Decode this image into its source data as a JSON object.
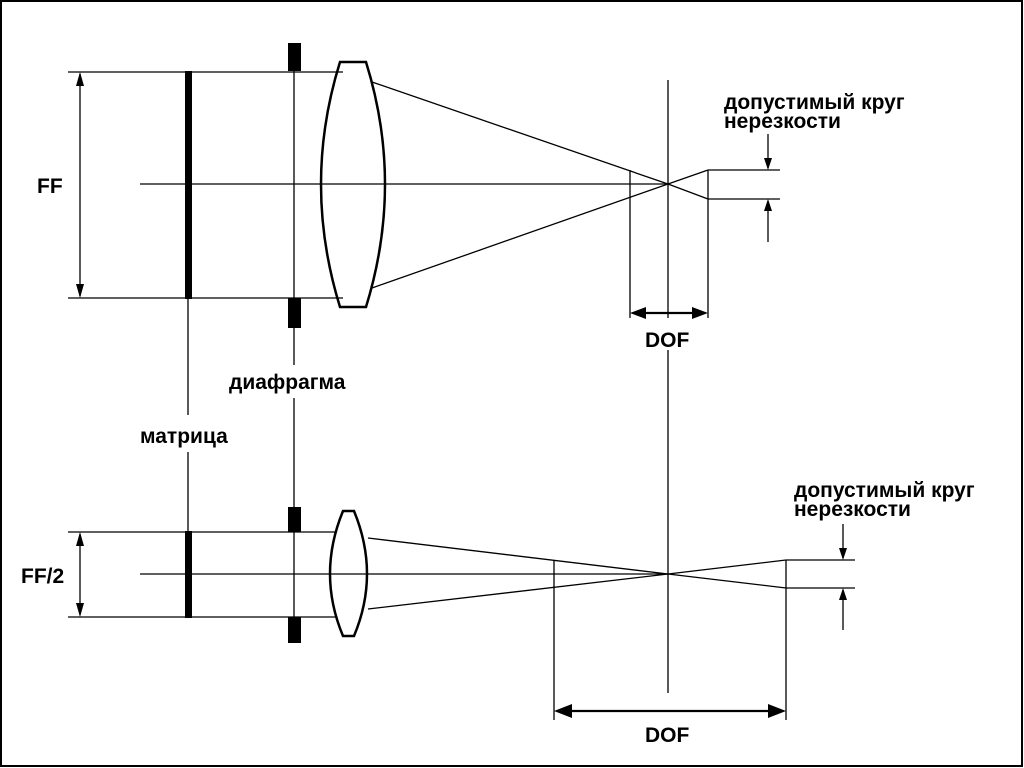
{
  "labels": {
    "ff": "FF",
    "ff_half": "FF/2",
    "diaphragm": "диафрагма",
    "sensor": "матрица",
    "dof_top": "DOF",
    "dof_bottom": "DOF",
    "coc_top_line1": "допустимый круг",
    "coc_top_line2": "нерезкости",
    "coc_bottom_line1": "допустимый круг",
    "coc_bottom_line2": "нерезкости"
  },
  "colors": {
    "stroke": "#000000",
    "background": "#ffffff"
  }
}
